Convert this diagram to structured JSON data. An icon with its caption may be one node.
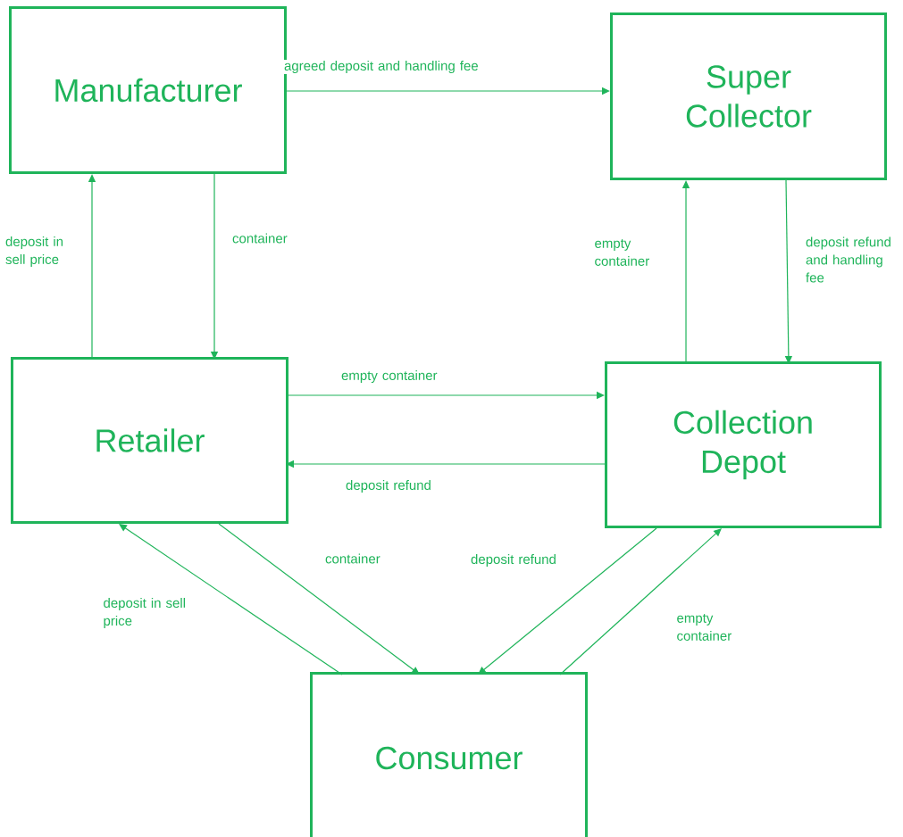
{
  "diagram": {
    "nodes": [
      {
        "text": [
          "Manufacturer"
        ]
      },
      {
        "text": [
          "Super Collector"
        ]
      },
      {
        "text": [
          "Retailer"
        ]
      },
      {
        "text": [
          "Collection Depot"
        ]
      },
      {
        "text": [
          "Consumer"
        ]
      }
    ],
    "edges": [
      {
        "from": 0,
        "to": 1,
        "arrow": "to",
        "label": "agreed deposit and handling fee"
      },
      {
        "from": 2,
        "to": 0,
        "arrow": "to",
        "label": "deposit in sell price"
      },
      {
        "from": 0,
        "to": 2,
        "arrow": "to",
        "label": "container"
      },
      {
        "from": 3,
        "to": 1,
        "arrow": "to",
        "label": "empty container"
      },
      {
        "from": 1,
        "to": 3,
        "arrow": "to",
        "label": "deposit refund and handling fee"
      },
      {
        "from": 2,
        "to": 3,
        "arrow": "to",
        "label": "empty container"
      },
      {
        "from": 3,
        "to": 2,
        "arrow": "to",
        "label": "deposit refund"
      },
      {
        "from": 4,
        "to": 2,
        "arrow": "to",
        "label": "deposit in sell price"
      },
      {
        "from": 2,
        "to": 4,
        "arrow": "to",
        "label": "container"
      },
      {
        "from": 3,
        "to": 4,
        "arrow": "to",
        "label": "deposit refund"
      },
      {
        "from": 4,
        "to": 3,
        "arrow": "to",
        "label": "empty container"
      }
    ]
  }
}
